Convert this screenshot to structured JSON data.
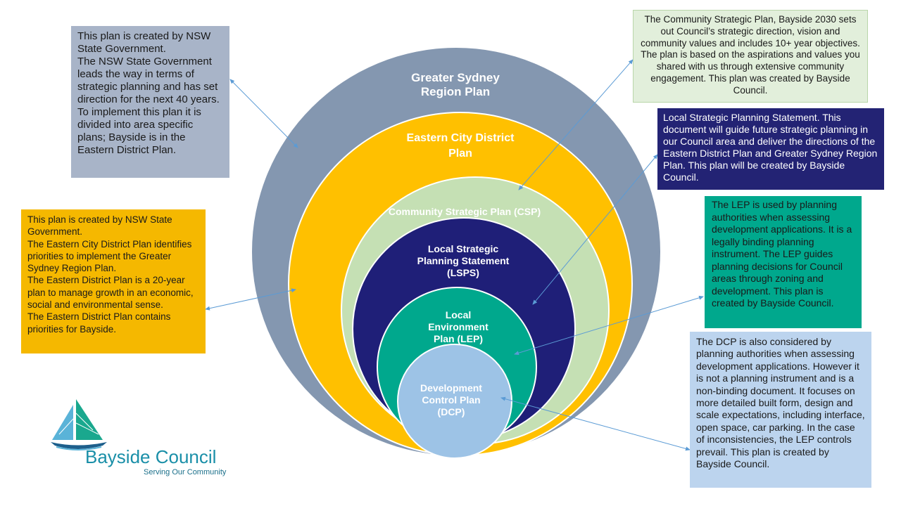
{
  "circles": {
    "greater_sydney": "Greater Sydney\nRegion Plan",
    "eastern_city": "Eastern City District\nPlan",
    "csp": "Community Strategic Plan (CSP)",
    "lsps": "Local Strategic\nPlanning Statement\n(LSPS)",
    "lep": "Local\nEnvironment\nPlan (LEP)",
    "dcp": "Development\nControl Plan\n(DCP)"
  },
  "boxes": {
    "nsw": "This plan is created by NSW State Government.\nThe NSW State Government leads the way in terms of strategic planning and has set direction for the next 40 years.  To implement this plan it is  divided into area specific plans; Bayside is in the Eastern District Plan.",
    "eastern_city": "This plan is created by NSW  State Government.\nThe Eastern City District Plan identifies priorities to implement the Greater Sydney Region Plan.\n The Eastern District Plan is a 20-year plan to manage growth in an economic, social and environmental sense.\nThe Eastern District Plan contains priorities for Bayside.",
    "csp": "The Community Strategic Plan, Bayside 2030 sets out  Council’s strategic direction, vision and community values and includes 10+ year objectives. The plan is based on the aspirations and values you shared with us through extensive community engagement. This plan was created by Bayside Council.",
    "lsps": "Local Strategic Planning Statement. This document will guide future strategic planning in our Council area and deliver the directions of the Eastern District Plan and Greater Sydney Region Plan. This plan will be created by Bayside Council.",
    "lep": "The LEP is used by planning authorities when assessing development applications. It is a legally binding planning instrument. The LEP guides planning decisions for Council areas through zoning and development. This plan is created by Bayside Council.",
    "dcp": "The DCP is also considered by planning authorities when assessing development applications. However it is not a planning instrument and  is a non-binding document. It focuses on more detailed built form, design and scale expectations, including interface, open space, car parking.  In the case of inconsistencies, the LEP controls prevail. This plan is created by Bayside Council."
  },
  "logo": {
    "name": "Bayside Council",
    "tagline": "Serving Our Community"
  },
  "colors": {
    "greater_sydney": "#8497b0",
    "eastern_city": "#ffc000",
    "csp": "#c5e0b4",
    "lsps": "#1f1f78",
    "lep": "#00a88d",
    "dcp": "#9dc3e6",
    "arrow": "#5b9bd5"
  }
}
